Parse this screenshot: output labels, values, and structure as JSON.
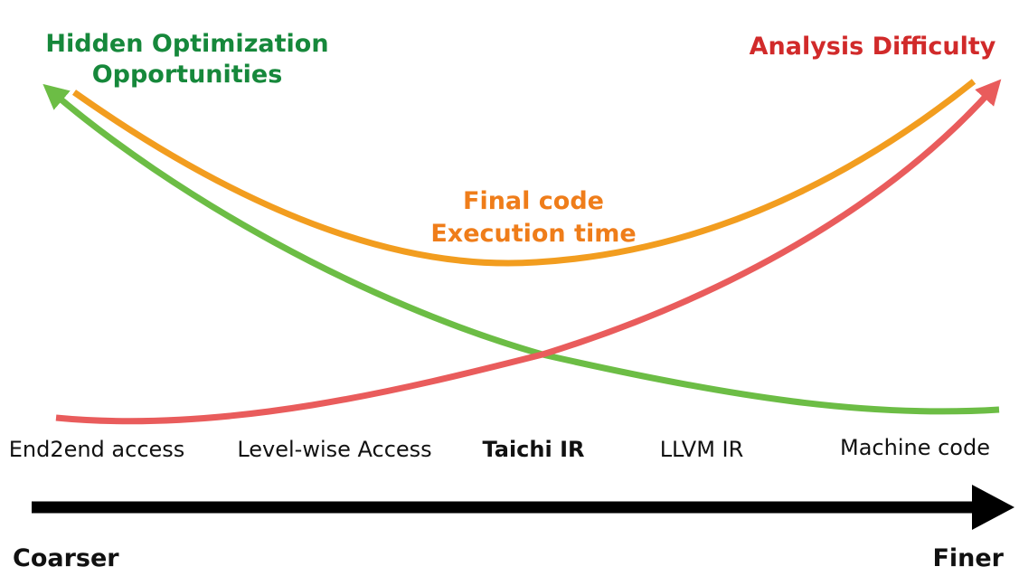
{
  "colors": {
    "green": "#6cbd45",
    "green_text": "#16883b",
    "orange": "#f29d1f",
    "orange_text": "#ef7d1a",
    "red": "#e95c5c",
    "red_text": "#d12a2a",
    "axis": "#000000"
  },
  "curves": {
    "hidden_optimization": {
      "label_line1": "Hidden Optimization",
      "label_line2": "Opportunities",
      "trend": "decreasing toward finer levels"
    },
    "analysis_difficulty": {
      "label": "Analysis Difficulty",
      "trend": "increasing toward finer levels"
    },
    "execution_time": {
      "label_line1": "Final code",
      "label_line2": "Execution time",
      "trend": "U-shaped, minimum at Taichi IR"
    }
  },
  "levels": [
    {
      "label": "End2end access",
      "bold": false
    },
    {
      "label": "Level-wise Access",
      "bold": false
    },
    {
      "label": "Taichi IR",
      "bold": true
    },
    {
      "label": "LLVM IR",
      "bold": false
    },
    {
      "label": "Machine code",
      "bold": false
    }
  ],
  "axis": {
    "left_label": "Coarser",
    "right_label": "Finer"
  }
}
